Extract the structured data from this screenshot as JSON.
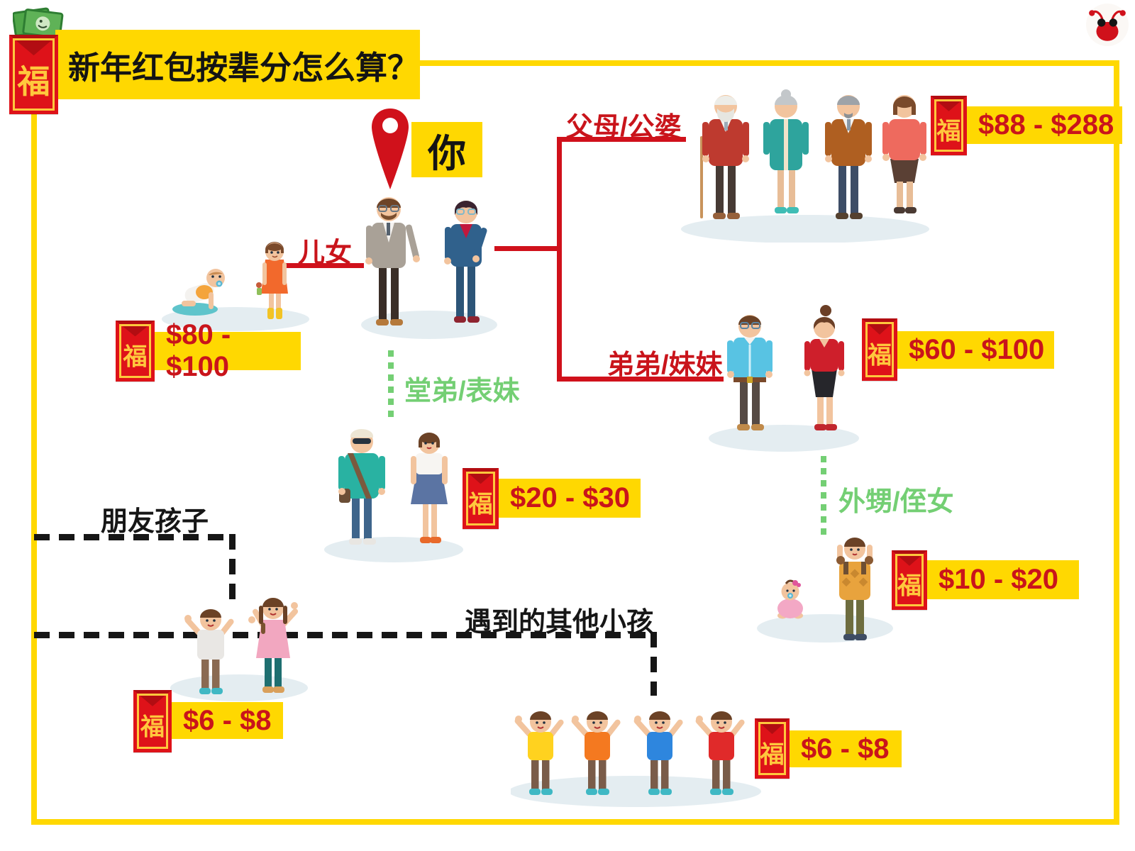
{
  "title": "新年红包按辈分怎么算？",
  "you_label": "你",
  "fu": "福",
  "relations": {
    "parents": {
      "label": "父母/公婆",
      "amount": "$88 - $288"
    },
    "children": {
      "label": "儿女",
      "amount": "$80 - $100"
    },
    "siblings": {
      "label": "弟弟/妹妹",
      "amount": "$60 - $100"
    },
    "cousins": {
      "label": "堂弟/表妹",
      "amount": "$20 - $30"
    },
    "nephews": {
      "label": "外甥/侄女",
      "amount": "$10 - $20"
    },
    "friends_children": {
      "label": "朋友孩子",
      "amount": "$6 - $8"
    },
    "other_children": {
      "label": "遇到的其他小孩",
      "amount": "$6 - $8"
    }
  },
  "colors": {
    "accent_yellow": "#FFD801",
    "accent_red": "#C9141B",
    "envelope_red": "#DE1219",
    "gold": "#FFC83D",
    "green_label": "#74CF74",
    "black_text": "#161616",
    "ground_shadow": "#E4EDF1"
  }
}
